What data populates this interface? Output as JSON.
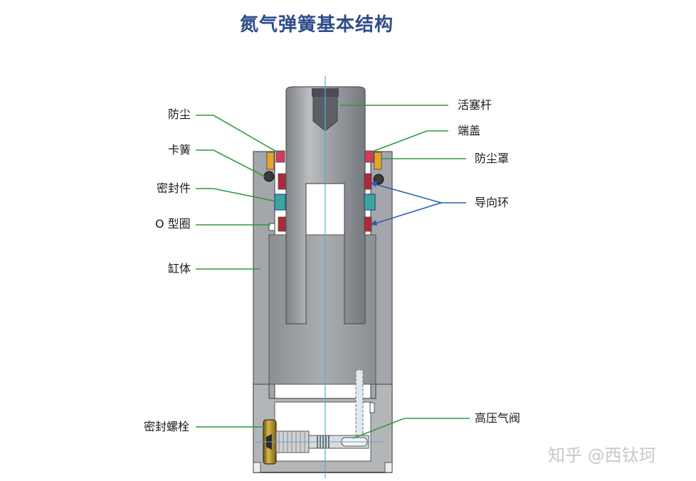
{
  "title": "氮气弹簧基本结构",
  "labels": {
    "dust_seal": "防尘",
    "snap_spring": "卡簧",
    "seal": "密封件",
    "o_ring": "O 型圈",
    "cylinder_body": "缸体",
    "seal_bolt": "密封螺栓",
    "piston_rod": "活塞杆",
    "end_cap": "端盖",
    "dust_cover": "防尘罩",
    "guide_ring": "导向环",
    "high_pressure_valve": "高压气阀"
  },
  "watermark": "知乎 @西钛珂",
  "colors": {
    "title": "#2d4c8a",
    "leader_line": "#2e9a3e",
    "center_line": "#5aa8d8",
    "metal": "#9a9da1",
    "dust_seal": "#d43a5a",
    "guide_ring": "#b2283a",
    "end_cap_insert": "#e6a42a",
    "seal_insert": "#3aa6a0"
  }
}
